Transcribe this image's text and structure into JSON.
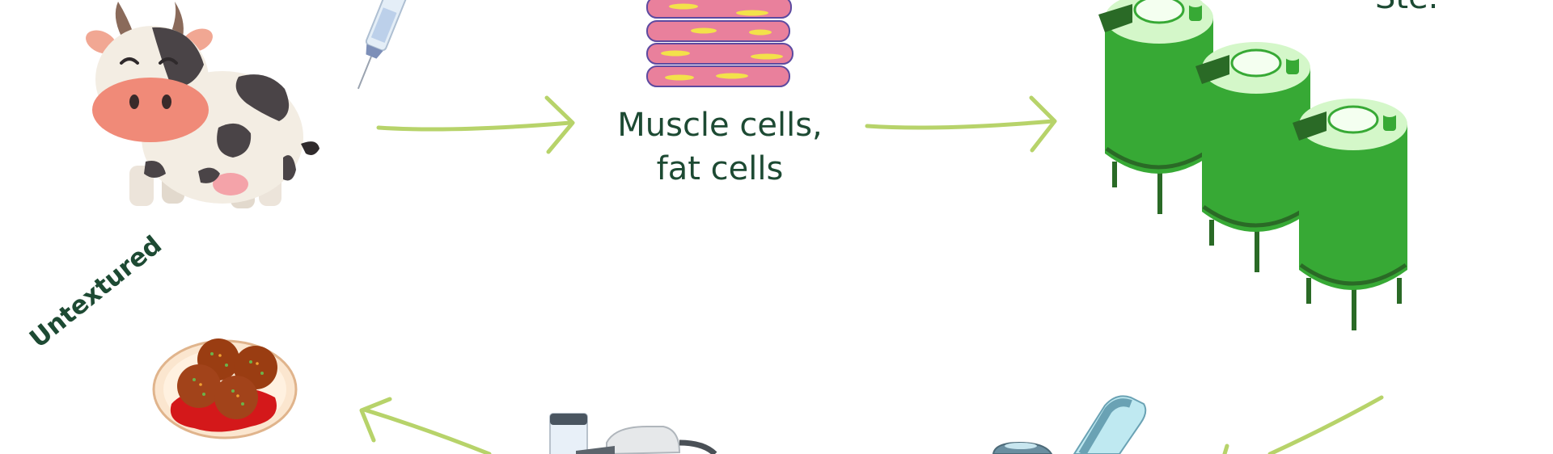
{
  "labels": {
    "cells_line1": "Muscle cells,",
    "cells_line2": "fat cells",
    "untextured": "Untextured",
    "partial_top_right": "Ste."
  },
  "colors": {
    "text": "#1d4a33",
    "arrow": "#b7d36a",
    "tank_green": "#37a935",
    "tank_light": "#d4f7c9",
    "muscle_pink": "#e9809c",
    "fat_yellow": "#f3e14a",
    "cow_spot": "#4a4447",
    "cow_nose": "#f08a78"
  },
  "icons": [
    "cow-icon",
    "syringe-icon",
    "muscle-cells-icon",
    "bioreactor-tanks-icon",
    "meatballs-plate-icon",
    "extruder-machine-icon",
    "mixer-machine-icon"
  ]
}
